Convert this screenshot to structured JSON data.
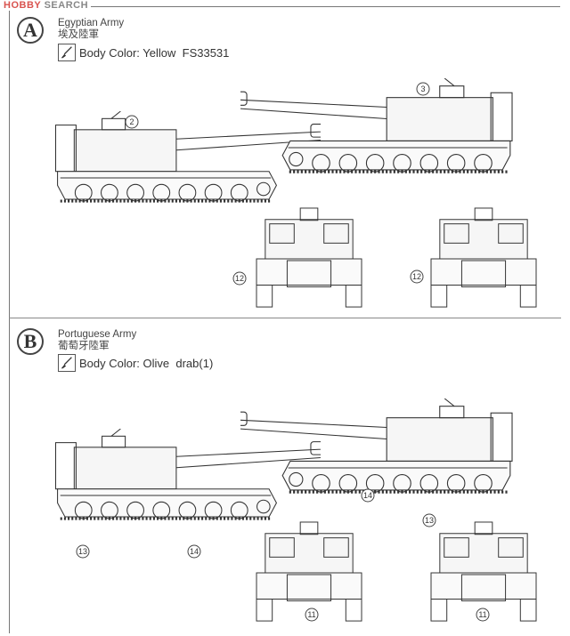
{
  "logo": {
    "part1": "HOBBY",
    "part2": "SEARCH"
  },
  "sections": [
    {
      "letter": "A",
      "army_en": "Egyptian Army",
      "army_zh": "埃及陸軍",
      "body_color": "Body Color: Yellow  FS33531",
      "callouts": [
        "2",
        "3",
        "12",
        "12"
      ]
    },
    {
      "letter": "B",
      "army_en": "Portuguese Army",
      "army_zh": "葡萄牙陸軍",
      "body_color": "Body Color: Olive  drab(1)",
      "callouts": [
        "13",
        "14",
        "14",
        "13",
        "11",
        "11"
      ]
    }
  ]
}
